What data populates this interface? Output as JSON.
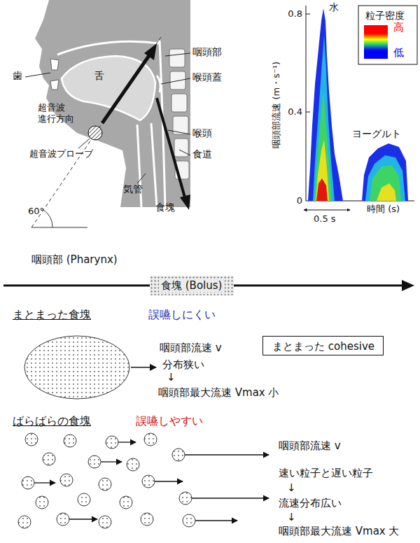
{
  "diagram": {
    "nodes": [
      {
        "text": [
          "食塊 (Bolus)"
        ]
      },
      {
        "text": [
          "まとまった cohesive"
        ]
      }
    ],
    "labels": [
      "歯",
      "舌",
      "咽頭部",
      "喉頭蓋",
      "超音波 進行方向",
      "超音波プローブ",
      "喉頭",
      "食道",
      "気管",
      "食塊",
      "60°",
      "咽頭部流速 (m・s⁻¹)",
      "0.8",
      "0.4",
      "0",
      "水",
      "ヨーグルト",
      "0.5 s",
      "時間 (s)",
      "粒子密度",
      "咽頭部 (Pharynx)",
      "まとまった食塊",
      "誤嚥しにくい",
      "咽頭部流速 v",
      "分布狭い",
      "↓",
      "咽頭部最大流速 Vmax 小",
      "ばらばらの食塊",
      "誤嚥しやすい",
      "咽頭部流速 v",
      "速い粒子と遅い粒子",
      "↓",
      "流速分布広い",
      "↓",
      "咽頭部最大流速 Vmax 大"
    ],
    "legend": [
      {
        "text": "高",
        "color": "#ff0000"
      },
      {
        "text": "低",
        "color": "#0000ff"
      }
    ]
  }
}
